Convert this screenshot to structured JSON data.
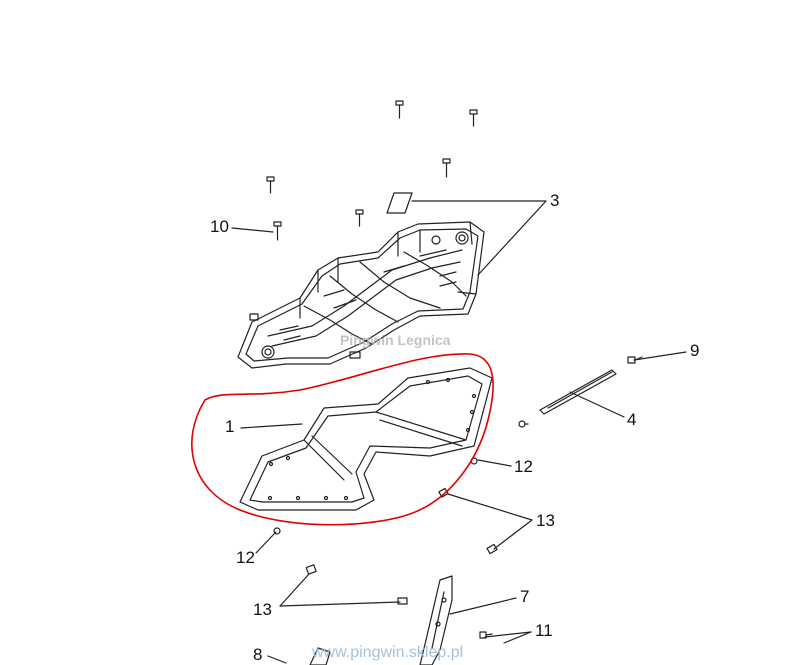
{
  "callouts": [
    {
      "id": "1",
      "text": "1"
    },
    {
      "id": "3",
      "text": "3"
    },
    {
      "id": "4",
      "text": "4"
    },
    {
      "id": "7",
      "text": "7"
    },
    {
      "id": "8",
      "text": "8"
    },
    {
      "id": "9",
      "text": "9"
    },
    {
      "id": "10",
      "text": "10"
    },
    {
      "id": "11",
      "text": "11"
    },
    {
      "id": "12a",
      "text": "12"
    },
    {
      "id": "12b",
      "text": "12"
    },
    {
      "id": "13a",
      "text": "13"
    },
    {
      "id": "13b",
      "text": "13"
    }
  ],
  "watermark_center": "Pingwin Legnica",
  "watermark_bottom": "www.pingwin.sklep.pl",
  "colors": {
    "line": "#222222",
    "highlight": "#e00000",
    "watermark": "#9bbbd9"
  }
}
